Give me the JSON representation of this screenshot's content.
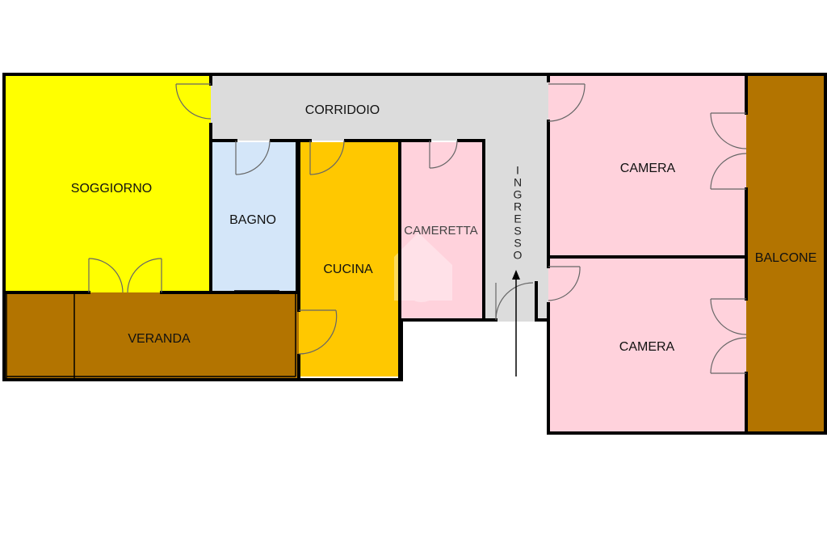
{
  "floor_plan": {
    "colors": {
      "living": "#ffff00",
      "corridor": "#dcdcdc",
      "bath": "#d4e6f9",
      "kitchen": "#ffc800",
      "bedroom": "#ffd2dc",
      "outdoor": "#b37400",
      "entrance": "#dcdcdc",
      "walls": "#000000"
    },
    "rooms": {
      "soggiorno": "SOGGIORNO",
      "corridoio": "CORRIDOIO",
      "bagno": "BAGNO",
      "cucina": "CUCINA",
      "cameretta": "CAMERETTA",
      "ingresso": "INGRESSO",
      "camera_top": "CAMERA",
      "camera_bottom": "CAMERA",
      "balcone": "BALCONE",
      "veranda": "VERANDA"
    },
    "ingresso_letters": [
      "I",
      "N",
      "G",
      "R",
      "E",
      "S",
      "S",
      "O"
    ]
  }
}
